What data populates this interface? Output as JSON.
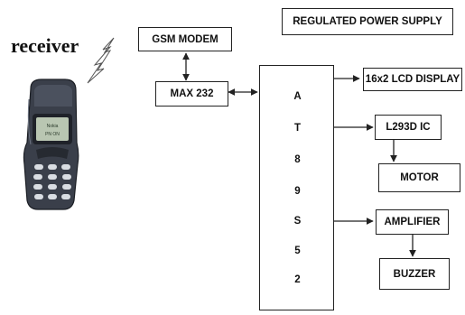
{
  "receiver_label": "receiver",
  "blocks": {
    "power_supply": "REGULATED POWER SUPPLY",
    "gsm_modem": "GSM MODEM",
    "max232": "MAX 232",
    "lcd": "16x2 LCD DISPLAY",
    "l293d": "L293D IC",
    "motor": "MOTOR",
    "amplifier": "AMPLIFIER",
    "buzzer": "BUZZER"
  },
  "microcontroller_letters": [
    "A",
    "T",
    "8",
    "9",
    "S",
    "5",
    "2"
  ],
  "phone_screen": {
    "line1": "Nokia",
    "line2": "PN ON"
  },
  "colors": {
    "line": "#222222",
    "phone_body": "#3a3f4a",
    "phone_screen": "#b9c6b2"
  }
}
